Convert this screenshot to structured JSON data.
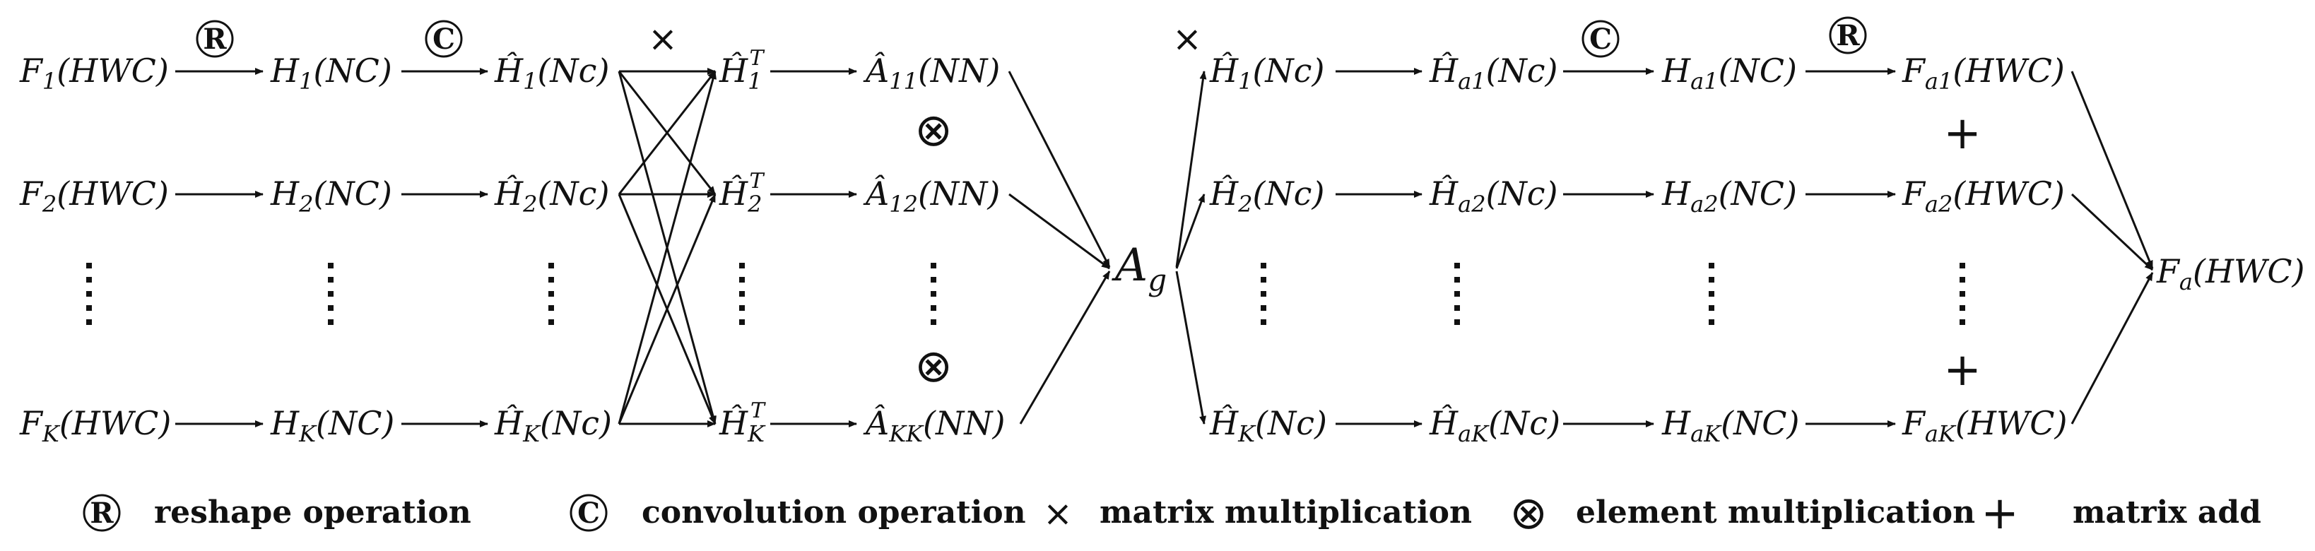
{
  "nodes": {
    "f1": "F1(HWC)",
    "f2": "F2(HWC)",
    "fk": "FK(HWC)",
    "h1": "H1(NC)",
    "h2": "H2(NC)",
    "hk": "HK(NC)",
    "hhat1": "Ĥ1(Nc)",
    "hhat2": "Ĥ2(Nc)",
    "hhatk": "ĤK(Nc)",
    "hT1": "Ĥ1T",
    "hT2": "Ĥ2T",
    "hTk": "ĤKT",
    "a11": "Â11(NN)",
    "a12": "Â12(NN)",
    "akk": "ÂKK(NN)",
    "ag": "Ag",
    "rh1": "Ĥ1(Nc)",
    "rh2": "Ĥ2(Nc)",
    "rhk": "ĤK(Nc)",
    "ha1": "Ĥa1(Nc)",
    "ha2": "Ĥa2(Nc)",
    "hak": "ĤaK(Nc)",
    "hpa1": "Ha1(NC)",
    "hpa2": "Ha2(NC)",
    "hpak": "HaK(NC)",
    "fa1": "Fa1(HWC)",
    "fa2": "Fa2(HWC)",
    "fak": "FaK(HWC)",
    "fa": "Fa(HWC)"
  },
  "symbols": {
    "reshape": "R",
    "convolution": "C",
    "matmul": "×",
    "element_mult": "⊗",
    "add": "+"
  },
  "legend": {
    "reshape": "reshape operation",
    "convolution": "convolution operation",
    "matmul": "matrix multiplication",
    "element_mult": "element multiplication",
    "add": "matrix add"
  }
}
